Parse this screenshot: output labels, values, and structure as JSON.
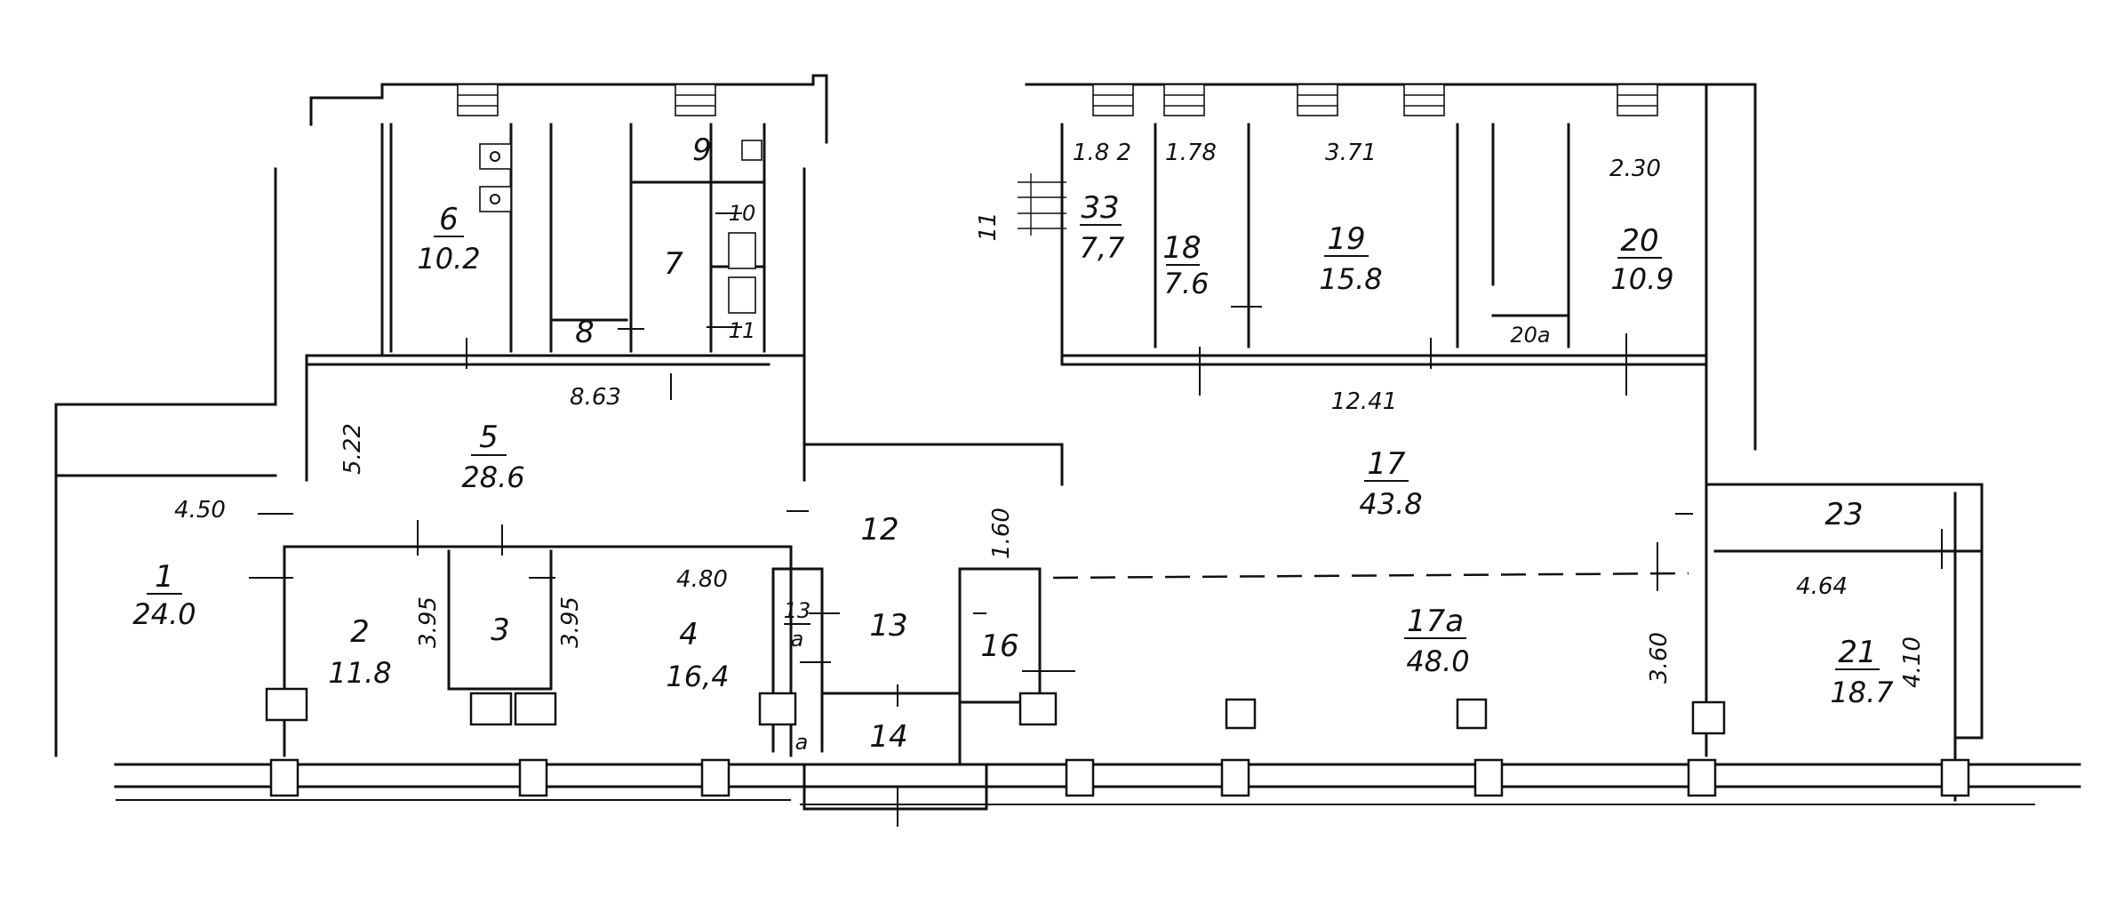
{
  "rooms": [
    {
      "id": "r1",
      "number": "1",
      "area": "24.0"
    },
    {
      "id": "r2",
      "number": "2",
      "area": "11.8"
    },
    {
      "id": "r3",
      "number": "3",
      "area": ""
    },
    {
      "id": "r4",
      "number": "4",
      "area": "16,4"
    },
    {
      "id": "r5",
      "number": "5",
      "area": "28.6"
    },
    {
      "id": "r6",
      "number": "6",
      "area": "10.2"
    },
    {
      "id": "r7",
      "number": "7",
      "area": ""
    },
    {
      "id": "r8",
      "number": "8",
      "area": ""
    },
    {
      "id": "r9",
      "number": "9",
      "area": ""
    },
    {
      "id": "r10",
      "number": "10",
      "area": ""
    },
    {
      "id": "r11",
      "number": "11",
      "area": ""
    },
    {
      "id": "r12",
      "number": "12",
      "area": ""
    },
    {
      "id": "r13",
      "number": "13",
      "area": ""
    },
    {
      "id": "r13a",
      "number": "13",
      "suffix": "a",
      "area": ""
    },
    {
      "id": "r14",
      "number": "14",
      "area": ""
    },
    {
      "id": "r16",
      "number": "16",
      "area": ""
    },
    {
      "id": "r17",
      "number": "17",
      "area": "43.8"
    },
    {
      "id": "r17a",
      "number": "17a",
      "area": "48.0"
    },
    {
      "id": "r18",
      "number": "18",
      "area": "7.6"
    },
    {
      "id": "r19",
      "number": "19",
      "area": "15.8"
    },
    {
      "id": "r20",
      "number": "20",
      "area": "10.9"
    },
    {
      "id": "r20a",
      "number": "20a",
      "area": ""
    },
    {
      "id": "r21",
      "number": "21",
      "area": "18.7"
    },
    {
      "id": "r23",
      "number": "23",
      "area": ""
    },
    {
      "id": "r33",
      "number": "33",
      "area": "7,7"
    }
  ],
  "dimensions": {
    "d_4_50": "4.50",
    "d_5_22": "5.22",
    "d_8_63": "8.63",
    "d_3_95_a": "3.95",
    "d_3_95_b": "3.95",
    "d_4_80": "4.80",
    "d_1_60": "1.60",
    "d_1_82": "1.8 2",
    "d_1_78": "1.78",
    "d_3_71": "3.71",
    "d_2_30": "2.30",
    "d_12_41": "12.41",
    "d_3_60": "3.60",
    "d_4_64": "4.64",
    "d_4_10": "4.10"
  },
  "marks": {
    "stair_11": "11",
    "small_a": "a"
  }
}
